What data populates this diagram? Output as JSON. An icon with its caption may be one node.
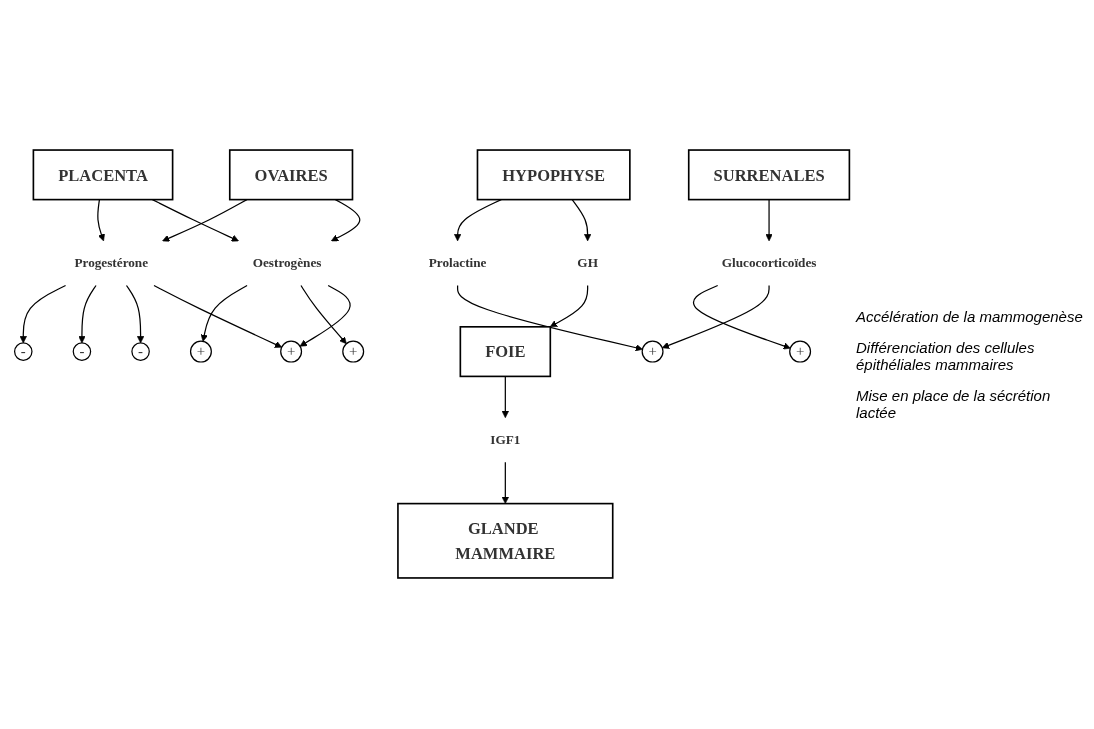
{
  "diagram": {
    "nodes": [
      {
        "text": [
          "HYPOPHYSE"
        ]
      },
      {
        "text": [
          "GH"
        ]
      },
      {
        "text": [
          "Prolactine"
        ]
      },
      {
        "text": [
          "-"
        ]
      },
      {
        "text": [
          "FOIE"
        ]
      },
      {
        "text": [
          "IGF1"
        ]
      },
      {
        "text": [
          "GLANDE MAMMAIRE"
        ]
      },
      {
        "text": [
          "+"
        ]
      },
      {
        "text": [
          "+"
        ]
      },
      {
        "text": [
          "-"
        ]
      },
      {
        "text": [
          "+"
        ]
      },
      {
        "text": [
          "-"
        ]
      },
      {
        "text": [
          "+"
        ]
      },
      {
        "text": [
          "+"
        ]
      },
      {
        "text": [
          "OVAIRES"
        ]
      },
      {
        "text": [
          "Oestrogènes"
        ]
      },
      {
        "text": [
          "Progestérone"
        ]
      },
      {
        "text": [
          "Glucocorticoïdes"
        ]
      },
      {
        "text": [
          "PLACENTA"
        ]
      },
      {
        "text": [
          "SURRENALES"
        ]
      }
    ],
    "edges": [
      {
        "from": 0,
        "to": 1,
        "arrow": "to"
      },
      {
        "from": 1,
        "to": 4,
        "arrow": "to"
      },
      {
        "from": 0,
        "to": 2,
        "arrow": "to"
      },
      {
        "from": 4,
        "to": 5,
        "arrow": "to"
      },
      {
        "from": 5,
        "to": 6,
        "arrow": "to"
      },
      {
        "from": 14,
        "to": 15,
        "arrow": "to"
      },
      {
        "from": 14,
        "to": 16,
        "arrow": "to"
      },
      {
        "from": 18,
        "to": 15,
        "arrow": "to"
      },
      {
        "from": 18,
        "to": 16,
        "arrow": "to"
      },
      {
        "from": 15,
        "to": 7,
        "arrow": "to"
      },
      {
        "from": 15,
        "to": 8,
        "arrow": "to"
      },
      {
        "from": 15,
        "to": 10,
        "arrow": "to"
      },
      {
        "from": 16,
        "to": 7,
        "arrow": "to"
      },
      {
        "from": 16,
        "to": 9,
        "arrow": "to"
      },
      {
        "from": 16,
        "to": 11,
        "arrow": "to"
      },
      {
        "from": 16,
        "to": 3,
        "arrow": "to"
      },
      {
        "from": 2,
        "to": 12,
        "arrow": "to"
      },
      {
        "from": 19,
        "to": 17,
        "arrow": "to"
      },
      {
        "from": 17,
        "to": 12,
        "arrow": "to"
      },
      {
        "from": 17,
        "to": 13,
        "arrow": "to"
      }
    ],
    "labels": [
      "Accélération de la mammogenèse",
      "Différenciation des cellules épithéliales mammaires",
      "Mise en place de la sécrétion lactée"
    ]
  }
}
